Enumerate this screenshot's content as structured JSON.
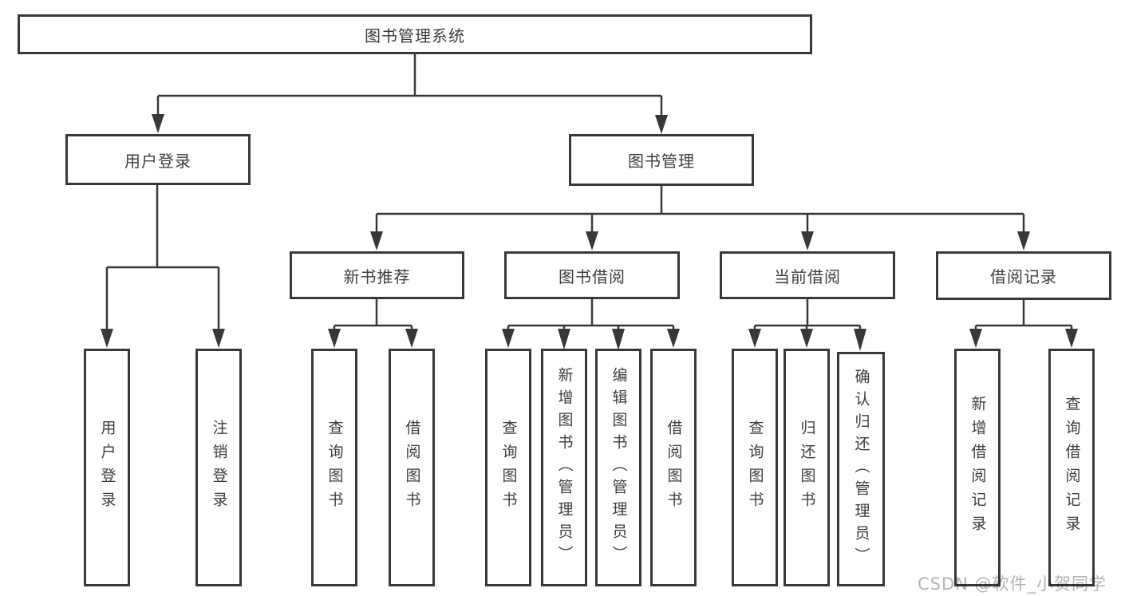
{
  "tree": {
    "root": {
      "label": "图书管理系统"
    },
    "branches": [
      {
        "label": "用户登录",
        "children": [
          {
            "label": "用户登录"
          },
          {
            "label": "注销登录"
          }
        ]
      },
      {
        "label": "图书管理",
        "groups": [
          {
            "label": "新书推荐",
            "children": [
              {
                "label": "查询图书"
              },
              {
                "label": "借阅图书"
              }
            ]
          },
          {
            "label": "图书借阅",
            "children": [
              {
                "label": "查询图书"
              },
              {
                "label": "新增图书（管理员）"
              },
              {
                "label": "编辑图书（管理员）"
              },
              {
                "label": "借阅图书"
              }
            ]
          },
          {
            "label": "当前借阅",
            "children": [
              {
                "label": "查询图书"
              },
              {
                "label": "归还图书"
              },
              {
                "label": "确认归还（管理员）"
              }
            ]
          },
          {
            "label": "借阅记录",
            "children": [
              {
                "label": "新增借阅记录"
              },
              {
                "label": "查询借阅记录"
              }
            ]
          }
        ]
      }
    ]
  },
  "watermark": {
    "text": "CSDN @软件_小贺同学"
  },
  "colors": {
    "line": "#383838",
    "text": "#3d3d3d",
    "watermark": "#b3b3b3",
    "background": "#ffffff"
  }
}
